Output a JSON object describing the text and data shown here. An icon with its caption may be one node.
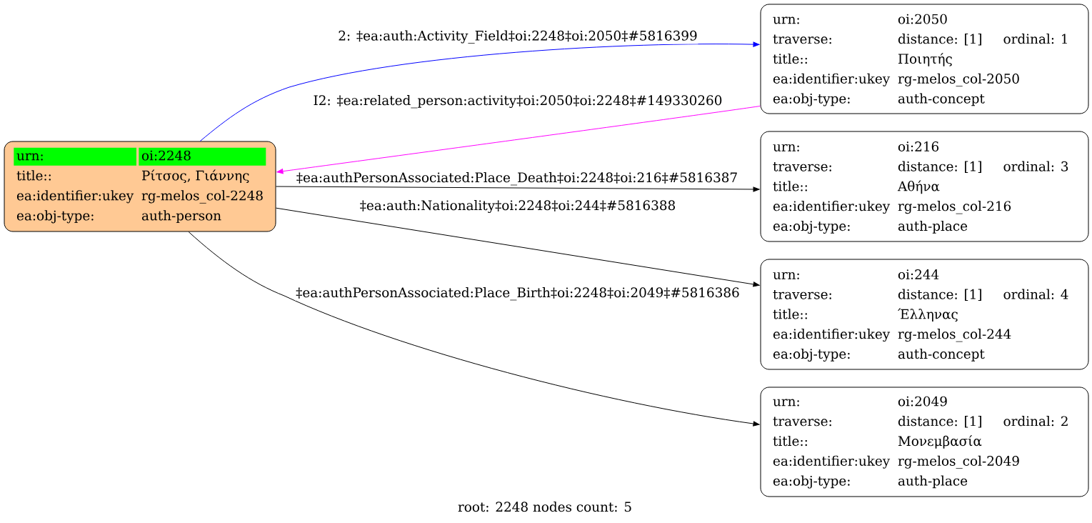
{
  "diagram": {
    "caption": "root: 2248 nodes count: 5",
    "nodes": [
      {
        "text": [
          "urn:",
          "oi:2248",
          "title::",
          "Ρίτσος, Γιάννης",
          "ea:identifier:ukey",
          "rg-melos_col-2248",
          "ea:obj-type:",
          "auth-person"
        ]
      },
      {
        "text": [
          "urn:",
          "oi:2050",
          "traverse:",
          "distance: [1]",
          "ordinal: 1",
          "title::",
          "Ποιητής",
          "ea:identifier:ukey",
          "rg-melos_col-2050",
          "ea:obj-type:",
          "auth-concept"
        ]
      },
      {
        "text": [
          "urn:",
          "oi:216",
          "traverse:",
          "distance: [1]",
          "ordinal: 3",
          "title::",
          "Αθήνα",
          "ea:identifier:ukey",
          "rg-melos_col-216",
          "ea:obj-type:",
          "auth-place"
        ]
      },
      {
        "text": [
          "urn:",
          "oi:244",
          "traverse:",
          "distance: [1]",
          "ordinal: 4",
          "title::",
          "Έλληνας",
          "ea:identifier:ukey",
          "rg-melos_col-244",
          "ea:obj-type:",
          "auth-concept"
        ]
      },
      {
        "text": [
          "urn:",
          "oi:2049",
          "traverse:",
          "distance: [1]",
          "ordinal: 2",
          "title::",
          "Μονεμβασία",
          "ea:identifier:ukey",
          "rg-melos_col-2049",
          "ea:obj-type:",
          "auth-place"
        ]
      }
    ],
    "edges": [
      {
        "from": 0,
        "to": 1,
        "arrow": "to",
        "label": "2: ‡ea:auth:Activity_Field‡oi:2248‡oi:2050‡#5816399",
        "color": "#0000ff"
      },
      {
        "from": 1,
        "to": 0,
        "arrow": "to",
        "label": "I2: ‡ea:related_person:activity‡oi:2050‡oi:2248‡#149330260",
        "color": "#ff00ff"
      },
      {
        "from": 0,
        "to": 2,
        "arrow": "to",
        "label": "‡ea:authPersonAssociated:Place_Death‡oi:2248‡oi:216‡#5816387"
      },
      {
        "from": 0,
        "to": 3,
        "arrow": "to",
        "label": "‡ea:auth:Nationality‡oi:2248‡oi:244‡#5816388"
      },
      {
        "from": 0,
        "to": 4,
        "arrow": "to",
        "label": "‡ea:authPersonAssociated:Place_Birth‡oi:2248‡oi:2049‡#5816386"
      }
    ]
  }
}
